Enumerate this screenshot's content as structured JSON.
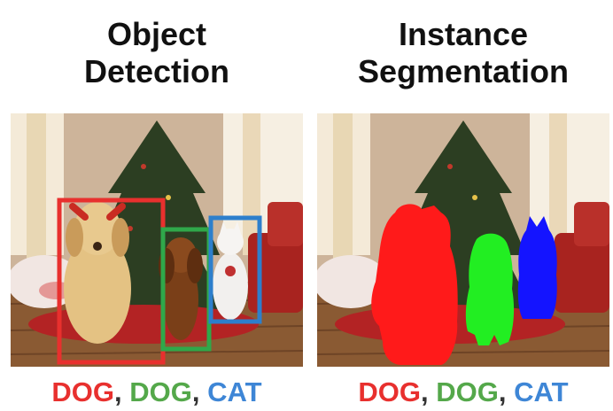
{
  "left_panel": {
    "title_line1": "Object",
    "title_line2": "Detection",
    "labels": [
      {
        "text": "DOG",
        "color": "#e8302e"
      },
      {
        "text": "DOG",
        "color": "#54a84a"
      },
      {
        "text": "CAT",
        "color": "#3e86d6"
      }
    ],
    "box_colors": [
      "#e8302e",
      "#2fa84a",
      "#2d7fcc"
    ]
  },
  "right_panel": {
    "title_line1": "Instance",
    "title_line2": "Segmentation",
    "labels": [
      {
        "text": "DOG",
        "color": "#e8302e"
      },
      {
        "text": "DOG",
        "color": "#54a84a"
      },
      {
        "text": "CAT",
        "color": "#3e86d6"
      }
    ],
    "mask_colors": [
      "#ff1a1a",
      "#22ee22",
      "#1414ff"
    ]
  },
  "separator": ","
}
